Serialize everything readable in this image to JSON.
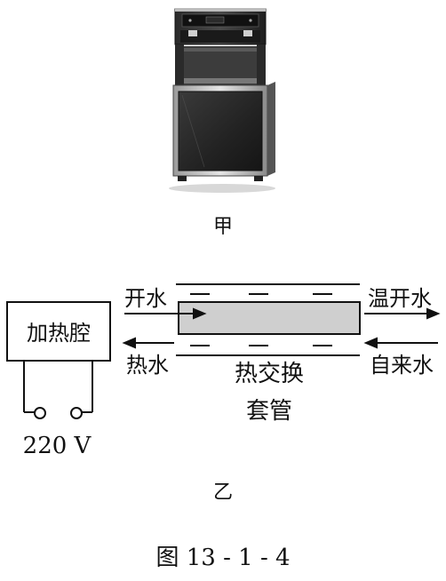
{
  "figure_a": {
    "caption": "甲"
  },
  "figure_b": {
    "caption": "乙",
    "heating_chamber": "加热腔",
    "voltage": "220 V",
    "boiled_water": "开水",
    "hot_water": "热水",
    "warm_boiled_water": "温开水",
    "tap_water": "自来水",
    "exchanger_line1": "热交换",
    "exchanger_line2": "套管"
  },
  "figure_caption": "图 13 - 1 - 4"
}
